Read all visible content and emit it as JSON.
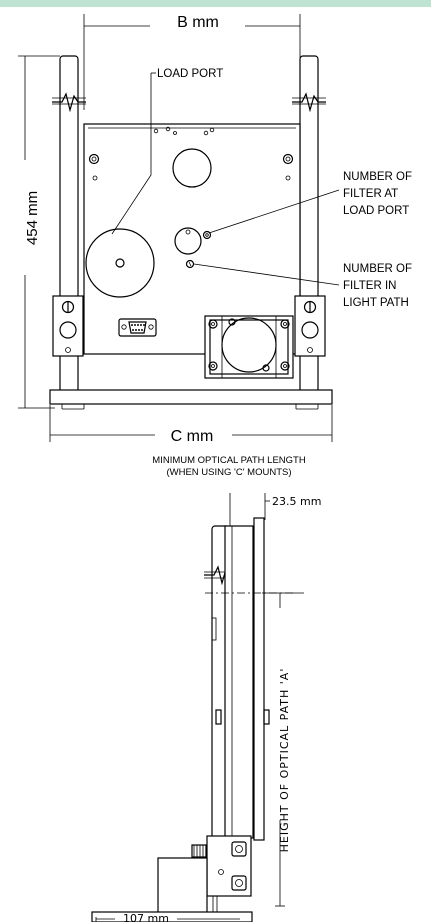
{
  "labels": {
    "width_b": "B    mm",
    "load_port": "LOAD PORT",
    "height_454": "454  mm",
    "filter_load_1": "NUMBER OF",
    "filter_load_2": "FILTER AT",
    "filter_load_3": "LOAD PORT",
    "filter_path_1": "NUMBER OF",
    "filter_path_2": "FILTER IN",
    "filter_path_3": "LIGHT PATH",
    "width_c": "C    mm",
    "min_path_1": "MINIMUM OPTICAL PATH LENGTH",
    "min_path_2": "(WHEN USING 'C' MOUNTS)",
    "dim_23_5": "23.5  mm",
    "height_optical": "HEIGHT OF OPTICAL PATH 'A'",
    "dim_107": "107  mm"
  },
  "colors": {
    "top_band": "#bfe3d3",
    "line": "#000000"
  }
}
